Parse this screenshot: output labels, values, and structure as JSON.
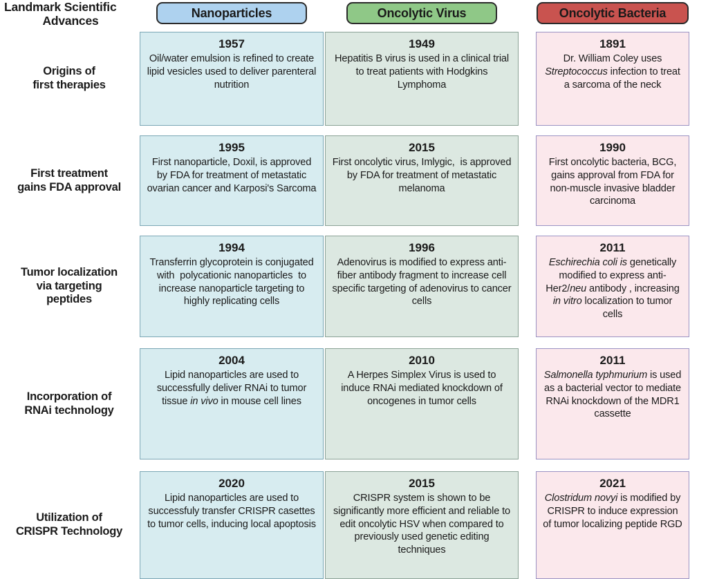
{
  "figure": {
    "corner_title_line1": "Landmark Scientific",
    "corner_title_line2": "Advances"
  },
  "colors": {
    "nanoparticles_pill": "#aed2ef",
    "virus_pill": "#8fc887",
    "bacteria_pill": "#c9534f",
    "nanoparticles_cell": "#d7ecf0",
    "virus_cell": "#dce8e1",
    "bacteria_cell": "#fbe8ec"
  },
  "columns": [
    {
      "label": "Nanoparticles"
    },
    {
      "label": "Oncolytic Virus"
    },
    {
      "label": "Oncolytic Bacteria"
    }
  ],
  "rows": [
    {
      "label_line1": "Origins of",
      "label_line2": "first therapies",
      "cells": [
        {
          "year": "1957",
          "text": "Oil/water emulsion is refined to create lipid vesicles used to deliver parenteral nutrition"
        },
        {
          "year": "1949",
          "text": "Hepatitis B virus is used in a clinical trial to treat patients with Hodgkins Lymphoma"
        },
        {
          "year": "1891",
          "text": "Dr. William Coley uses <i>Streptococcus</i> infection to treat a sarcoma of the neck"
        }
      ]
    },
    {
      "label_line1": "First treatment",
      "label_line2": "gains FDA approval",
      "cells": [
        {
          "year": "1995",
          "text": "First nanoparticle, Doxil, is approved by FDA for treatment of metastatic ovarian cancer and Karposi's Sarcoma"
        },
        {
          "year": "2015",
          "text": "First oncolytic virus, Imlygic,&nbsp; is approved by FDA for treatment of metastatic melanoma"
        },
        {
          "year": "1990",
          "text": "First oncolytic bacteria, BCG, gains approval from FDA for non-muscle invasive bladder carcinoma"
        }
      ]
    },
    {
      "label_line1": "Tumor localization",
      "label_line2": "via targeting",
      "label_line3": "peptides",
      "cells": [
        {
          "year": "1994",
          "text": "Transferrin glycoprotein is conjugated with&nbsp; polycationic nanoparticles&nbsp; to increase nanoparticle targeting to highly replicating cells"
        },
        {
          "year": "1996",
          "text": "Adenovirus is modified to express anti-fiber antibody fragment to increase cell specific targeting of adenovirus to cancer cells"
        },
        {
          "year": "2011",
          "text": "<i>Eschirechia coli is</i> genetically modified to express anti-Her2/<i>neu</i> antibody , increasing <i>in vitro</i> localization to tumor cells"
        }
      ]
    },
    {
      "label_line1": "Incorporation of",
      "label_line2": "RNAi technology",
      "cells": [
        {
          "year": "2004",
          "text": "Lipid nanoparticles are used to successfully deliver RNAi to tumor tissue <i>in vivo</i> in mouse cell lines"
        },
        {
          "year": "2010",
          "text": "A Herpes Simplex Virus is used to induce RNAi mediated knockdown of oncogenes in tumor cells"
        },
        {
          "year": "2011",
          "text": "<i>Salmonella typhmurium</i> is used as a bacterial vector to mediate RNAi knockdown of the MDR1 cassette"
        }
      ]
    },
    {
      "label_line1": "Utilization of",
      "label_line2": "CRISPR Technology",
      "cells": [
        {
          "year": "2020",
          "text": "Lipid nanoparticles are used to successfuly transfer CRISPR casettes to tumor cells, inducing local apoptosis"
        },
        {
          "year": "2015",
          "text": "CRISPR system is shown to be significantly more efficient and reliable to edit oncolytic HSV when compared to previously used genetic editing techniques"
        },
        {
          "year": "2021",
          "text": "<i>Clostridum novyi</i> is modified by CRISPR to induce expression of tumor localizing peptide RGD"
        }
      ]
    }
  ]
}
